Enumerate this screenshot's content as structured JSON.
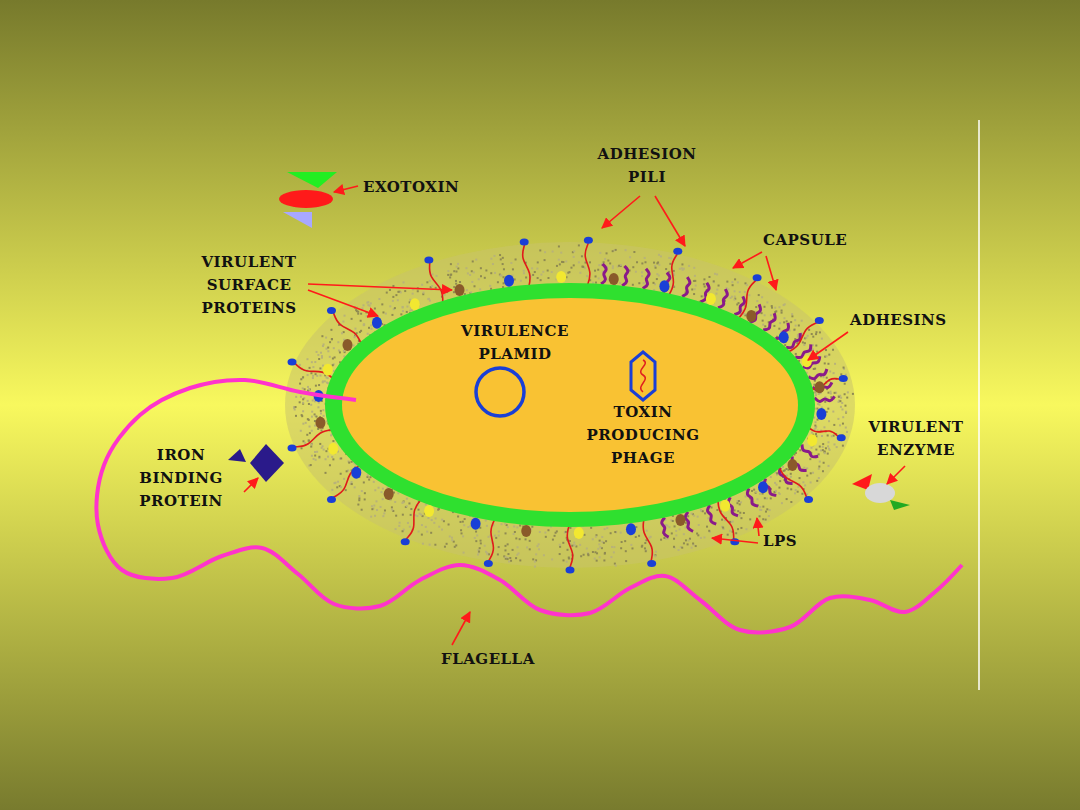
{
  "diagram": {
    "labels": [
      "EXOTOXIN",
      "ADHESION PILI",
      "CAPSULE",
      "VIRULENT SURFACE PROTEINS",
      "ADHESINS",
      "VIRULENCE PLAMID",
      "TOXIN PRODUCING PHAGE",
      "VIRULENT ENZYME",
      "IRON BINDING PROTEIN",
      "LPS",
      "FLAGELLA"
    ]
  }
}
